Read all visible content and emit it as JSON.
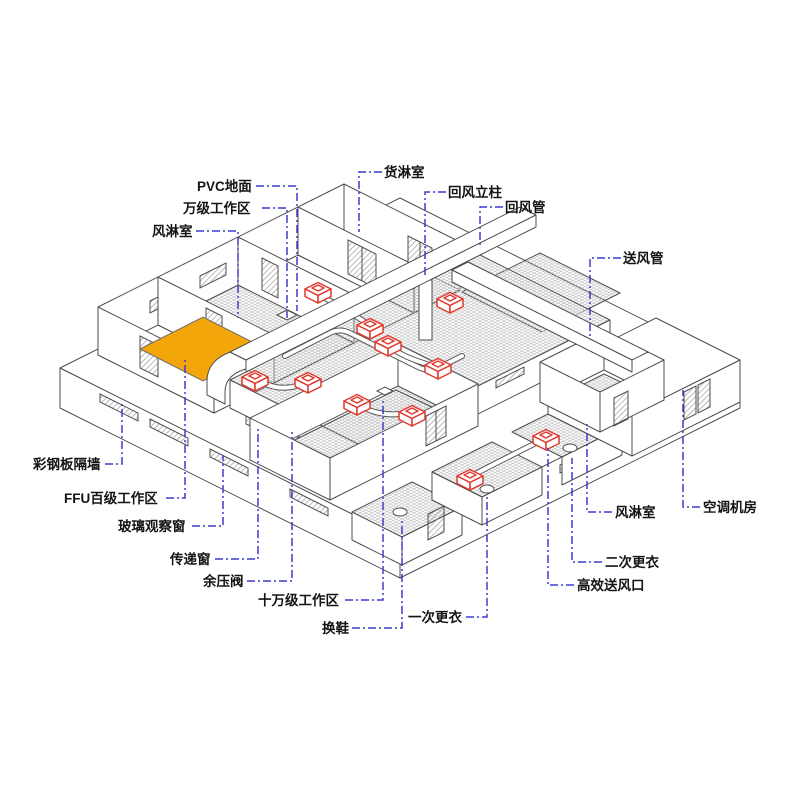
{
  "colors": {
    "highlight_roof_orange": "#F3A60A",
    "leader_blue": "#3B3BCF",
    "hepa_box_red": "#E0392E",
    "line_gray": "#4D4D4D"
  },
  "labels": [
    {
      "id": "pvc-floor",
      "text": "PVC地面"
    },
    {
      "id": "class-10k-workzone",
      "text": "万级工作区"
    },
    {
      "id": "air-shower-left",
      "text": "风淋室"
    },
    {
      "id": "cargo-shower",
      "text": "货淋室"
    },
    {
      "id": "return-air-column",
      "text": "回风立柱"
    },
    {
      "id": "return-air-duct",
      "text": "回风管"
    },
    {
      "id": "supply-air-duct",
      "text": "送风管"
    },
    {
      "id": "steel-panel-partition",
      "text": "彩钢板隔墙"
    },
    {
      "id": "ffu-class-100-zone",
      "text": "FFU百级工作区"
    },
    {
      "id": "glass-observe-window",
      "text": "玻璃观察窗"
    },
    {
      "id": "transfer-window",
      "text": "传递窗"
    },
    {
      "id": "pressure-relief-valve",
      "text": "余压阀"
    },
    {
      "id": "class-100k-workzone",
      "text": "十万级工作区"
    },
    {
      "id": "shoe-change",
      "text": "换鞋"
    },
    {
      "id": "first-changing-room",
      "text": "一次更衣"
    },
    {
      "id": "second-changing-room",
      "text": "二次更衣"
    },
    {
      "id": "hepa-supply-outlet",
      "text": "高效送风口"
    },
    {
      "id": "air-shower-right",
      "text": "风淋室"
    },
    {
      "id": "ac-machine-room",
      "text": "空调机房"
    }
  ]
}
